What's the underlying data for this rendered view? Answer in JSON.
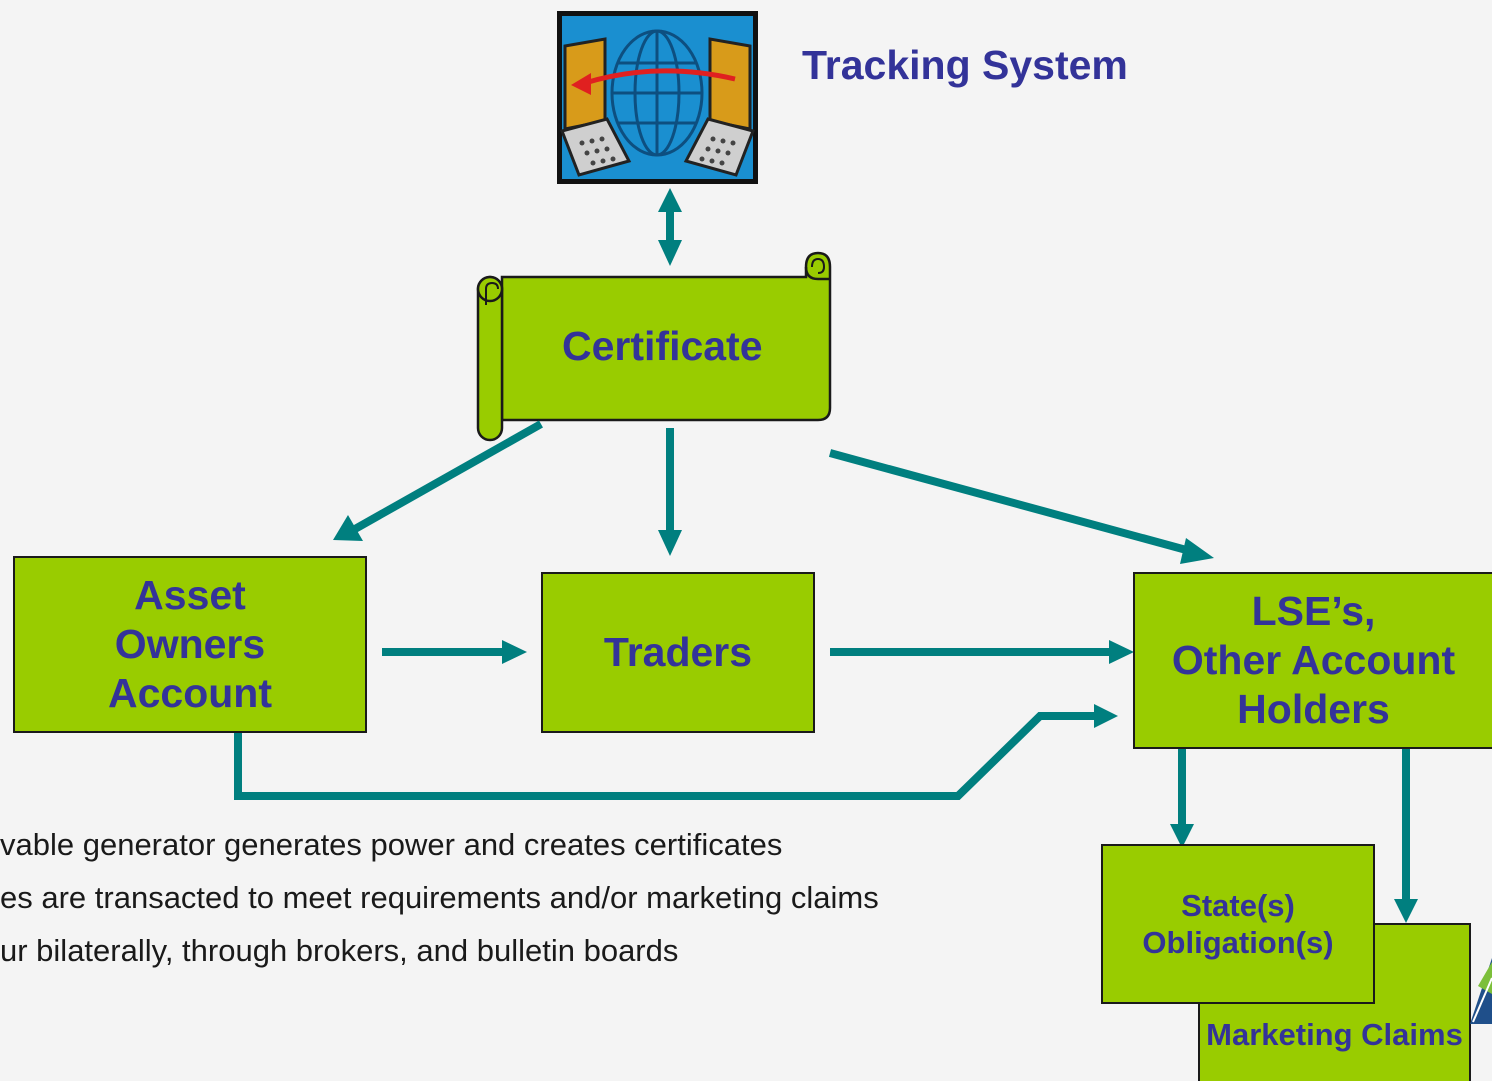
{
  "tracking_system": {
    "label": "Tracking System"
  },
  "certificate": {
    "label": "Certificate"
  },
  "asset_owners": {
    "label": "Asset\nOwners\nAccount"
  },
  "traders": {
    "label": "Traders"
  },
  "lse": {
    "label": "LSE’s,\nOther Account\nHolders"
  },
  "state_obligations": {
    "label": "State(s)\nObligation(s)"
  },
  "marketing_claims": {
    "label": "Marketing Claims"
  },
  "notes": [
    "vable generator generates power and creates certificates",
    "es are transacted to meet requirements and/or marketing claims",
    "ur bilaterally, through brokers, and bulletin boards"
  ],
  "colors": {
    "box_fill": "#99cc00",
    "text": "#333399",
    "arrow": "#007f7f",
    "background": "#f4f4f4"
  },
  "icons": [
    "computer-network-globe-icon",
    "logo-icon"
  ]
}
